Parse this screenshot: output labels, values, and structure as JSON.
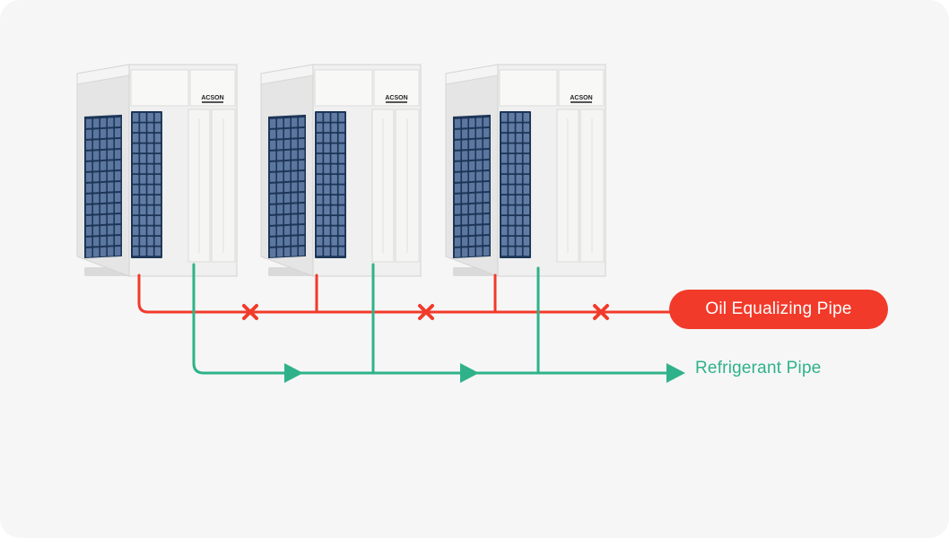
{
  "colors": {
    "background": "#f6f6f6",
    "oil_pipe": "#f23a2a",
    "refrigerant_pipe": "#2fb28a",
    "unit_body": "#eff0ef",
    "unit_panel": "#f8f8f7",
    "coil_dark": "#1d3557",
    "coil_light": "#6d88b1"
  },
  "labels": {
    "oil_equalizing_pipe": "Oil Equalizing Pipe",
    "refrigerant_pipe": "Refrigerant Pipe"
  },
  "units": [
    {
      "brand": "ACSON"
    },
    {
      "brand": "ACSON"
    },
    {
      "brand": "ACSON"
    }
  ],
  "icons": {
    "blocked_marker": "x-mark-icon",
    "flow_arrow": "arrow-right-icon"
  }
}
